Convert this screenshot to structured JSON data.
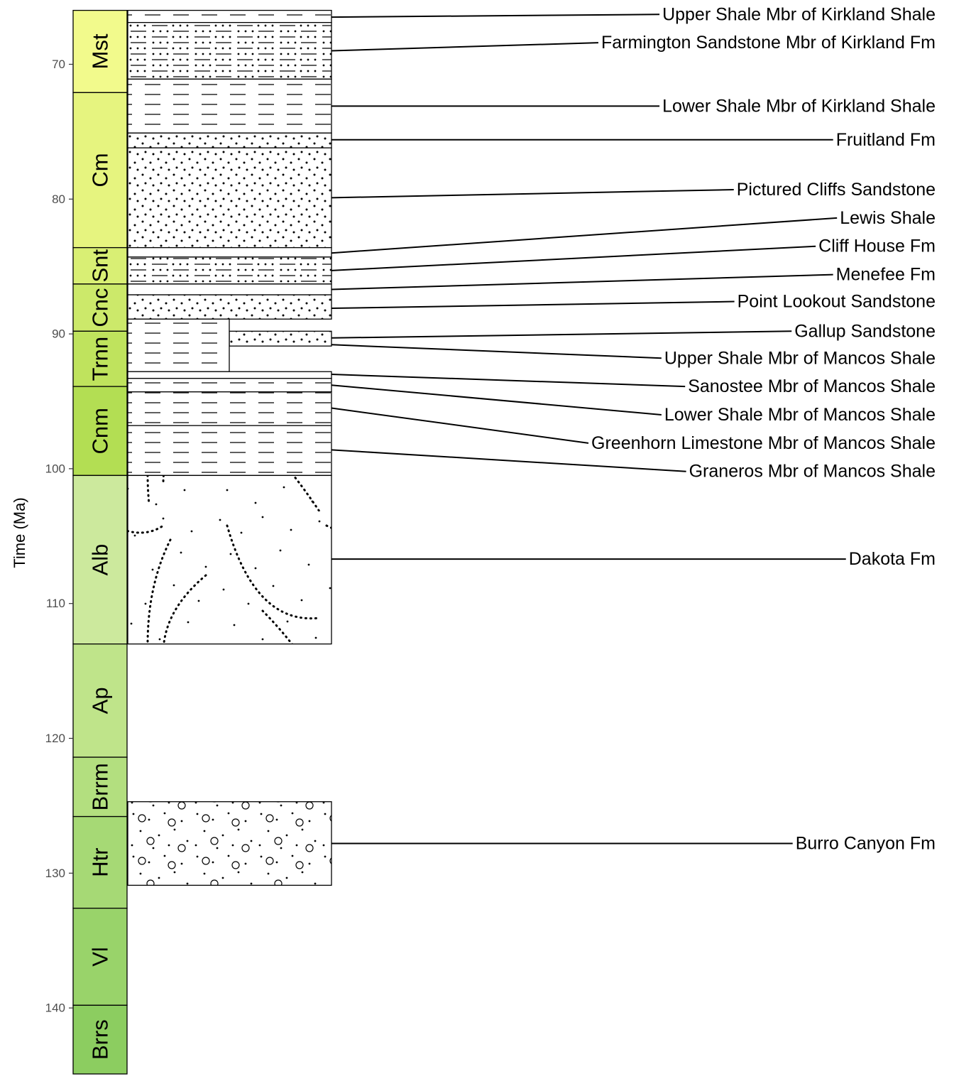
{
  "chart_data": {
    "type": "stratigraphic-column",
    "ylabel": "Time (Ma)",
    "ylim": [
      65.2,
      145.0
    ],
    "yticks": [
      70,
      80,
      90,
      100,
      110,
      120,
      130,
      140
    ],
    "axis_direction": "down",
    "stages": [
      {
        "label": "Mst",
        "top": 66.0,
        "base": 72.1,
        "color": "#f2fa8c"
      },
      {
        "label": "Cm",
        "top": 72.1,
        "base": 83.6,
        "color": "#e6f47f"
      },
      {
        "label": "Snt",
        "top": 83.6,
        "base": 86.3,
        "color": "#d9ef74"
      },
      {
        "label": "Cnc",
        "top": 86.3,
        "base": 89.8,
        "color": "#cce96a"
      },
      {
        "label": "Trnn",
        "top": 89.8,
        "base": 93.9,
        "color": "#bfe35d"
      },
      {
        "label": "Cnm",
        "top": 93.9,
        "base": 100.5,
        "color": "#b3de53"
      },
      {
        "label": "Alb",
        "top": 100.5,
        "base": 113.0,
        "color": "#cce99d"
      },
      {
        "label": "Ap",
        "top": 113.0,
        "base": 121.4,
        "color": "#bfe48a"
      },
      {
        "label": "Brrm",
        "top": 121.4,
        "base": 125.8,
        "color": "#b3df7f"
      },
      {
        "label": "Htr",
        "top": 125.8,
        "base": 132.6,
        "color": "#a6d975"
      },
      {
        "label": "Vl",
        "top": 132.6,
        "base": 139.8,
        "color": "#99d36a"
      },
      {
        "label": "Brrs",
        "top": 139.8,
        "base": 145.0,
        "color": "#8ccd60"
      }
    ],
    "units": [
      {
        "name": "Upper Shale Mbr of Kirkland Shale",
        "top": 66.0,
        "base": 66.9,
        "lithology": "shale",
        "column": "full"
      },
      {
        "name": "Farmington Sandstone Mbr of Kirkland Fm",
        "top": 66.9,
        "base": 71.1,
        "lithology": "sandy-shale",
        "column": "full"
      },
      {
        "name": "Lower Shale Mbr of Kirkland Shale",
        "top": 71.1,
        "base": 75.1,
        "lithology": "shale",
        "column": "full"
      },
      {
        "name": "Fruitland Fm",
        "top": 75.1,
        "base": 76.2,
        "lithology": "sandstone",
        "column": "full"
      },
      {
        "name": "Pictured Cliffs Sandstone",
        "top": 76.2,
        "base": 83.6,
        "lithology": "sandstone",
        "column": "full"
      },
      {
        "name": "Lewis Shale",
        "top": 83.6,
        "base": 84.3,
        "lithology": "plain",
        "column": "full"
      },
      {
        "name": "Cliff House Fm",
        "top": 84.3,
        "base": 86.3,
        "lithology": "sandy-shale",
        "column": "full"
      },
      {
        "name": "Menefee Fm",
        "top": 86.3,
        "base": 87.1,
        "lithology": "plain",
        "column": "full"
      },
      {
        "name": "Point Lookout Sandstone",
        "top": 87.1,
        "base": 88.9,
        "lithology": "sandstone",
        "column": "full"
      },
      {
        "name": "Gallup Sandstone",
        "top": 89.8,
        "base": 90.9,
        "lithology": "sandstone",
        "column": "right"
      },
      {
        "name": "Upper Shale Mbr of Mancos Shale",
        "top": 88.9,
        "base": 92.8,
        "lithology": "shale",
        "column": "left"
      },
      {
        "name": "Sanostee Mbr of Mancos Shale",
        "top": 92.8,
        "base": 93.3,
        "lithology": "plain",
        "column": "full"
      },
      {
        "name": "Lower Shale Mbr of Mancos Shale",
        "top": 93.3,
        "base": 94.3,
        "lithology": "shale",
        "column": "full"
      },
      {
        "name": "Greenhorn Limestone Mbr of Mancos Shale",
        "top": 94.3,
        "base": 96.8,
        "lithology": "shale",
        "column": "full"
      },
      {
        "name": "Graneros Mbr of Mancos Shale",
        "top": 96.8,
        "base": 100.5,
        "lithology": "shale",
        "column": "full"
      },
      {
        "name": "Dakota Fm",
        "top": 100.5,
        "base": 113.0,
        "lithology": "crossbedded-sandstone",
        "column": "full"
      },
      {
        "name": "Burro Canyon Fm",
        "top": 124.7,
        "base": 130.9,
        "lithology": "conglomeratic-sandstone",
        "column": "full"
      }
    ],
    "labels": [
      {
        "unit": 0,
        "text": "Upper Shale Mbr of Kirkland Shale",
        "label_y": 66.3,
        "anchor_y": 66.5
      },
      {
        "unit": 1,
        "text": "Farmington Sandstone Mbr of Kirkland Fm",
        "label_y": 68.4,
        "anchor_y": 69.0
      },
      {
        "unit": 2,
        "text": "Lower Shale Mbr of Kirkland Shale",
        "label_y": 73.1,
        "anchor_y": 73.1
      },
      {
        "unit": 3,
        "text": "Fruitland Fm",
        "label_y": 75.6,
        "anchor_y": 75.6
      },
      {
        "unit": 4,
        "text": "Pictured Cliffs Sandstone",
        "label_y": 79.3,
        "anchor_y": 79.9
      },
      {
        "unit": 5,
        "text": "Lewis Shale",
        "label_y": 81.4,
        "anchor_y": 84.0
      },
      {
        "unit": 6,
        "text": "Cliff House Fm",
        "label_y": 83.5,
        "anchor_y": 85.3
      },
      {
        "unit": 7,
        "text": "Menefee Fm",
        "label_y": 85.6,
        "anchor_y": 86.7
      },
      {
        "unit": 8,
        "text": "Point Lookout Sandstone",
        "label_y": 87.6,
        "anchor_y": 88.1
      },
      {
        "unit": 9,
        "text": "Gallup Sandstone",
        "label_y": 89.8,
        "anchor_y": 90.3
      },
      {
        "unit": 10,
        "text": "Upper Shale Mbr of Mancos Shale",
        "label_y": 91.8,
        "anchor_y": 90.8
      },
      {
        "unit": 11,
        "text": "Sanostee Mbr of Mancos Shale",
        "label_y": 93.9,
        "anchor_y": 93.0
      },
      {
        "unit": 12,
        "text": "Lower Shale Mbr of Mancos Shale",
        "label_y": 96.0,
        "anchor_y": 93.8
      },
      {
        "unit": 13,
        "text": "Greenhorn Limestone Mbr of Mancos Shale",
        "label_y": 98.1,
        "anchor_y": 95.5
      },
      {
        "unit": 14,
        "text": "Graneros Mbr of Mancos Shale",
        "label_y": 100.2,
        "anchor_y": 98.6
      },
      {
        "unit": 15,
        "text": "Dakota Fm",
        "label_y": 106.7,
        "anchor_y": 106.7
      },
      {
        "unit": 16,
        "text": "Burro Canyon Fm",
        "label_y": 127.8,
        "anchor_y": 127.8
      }
    ]
  }
}
